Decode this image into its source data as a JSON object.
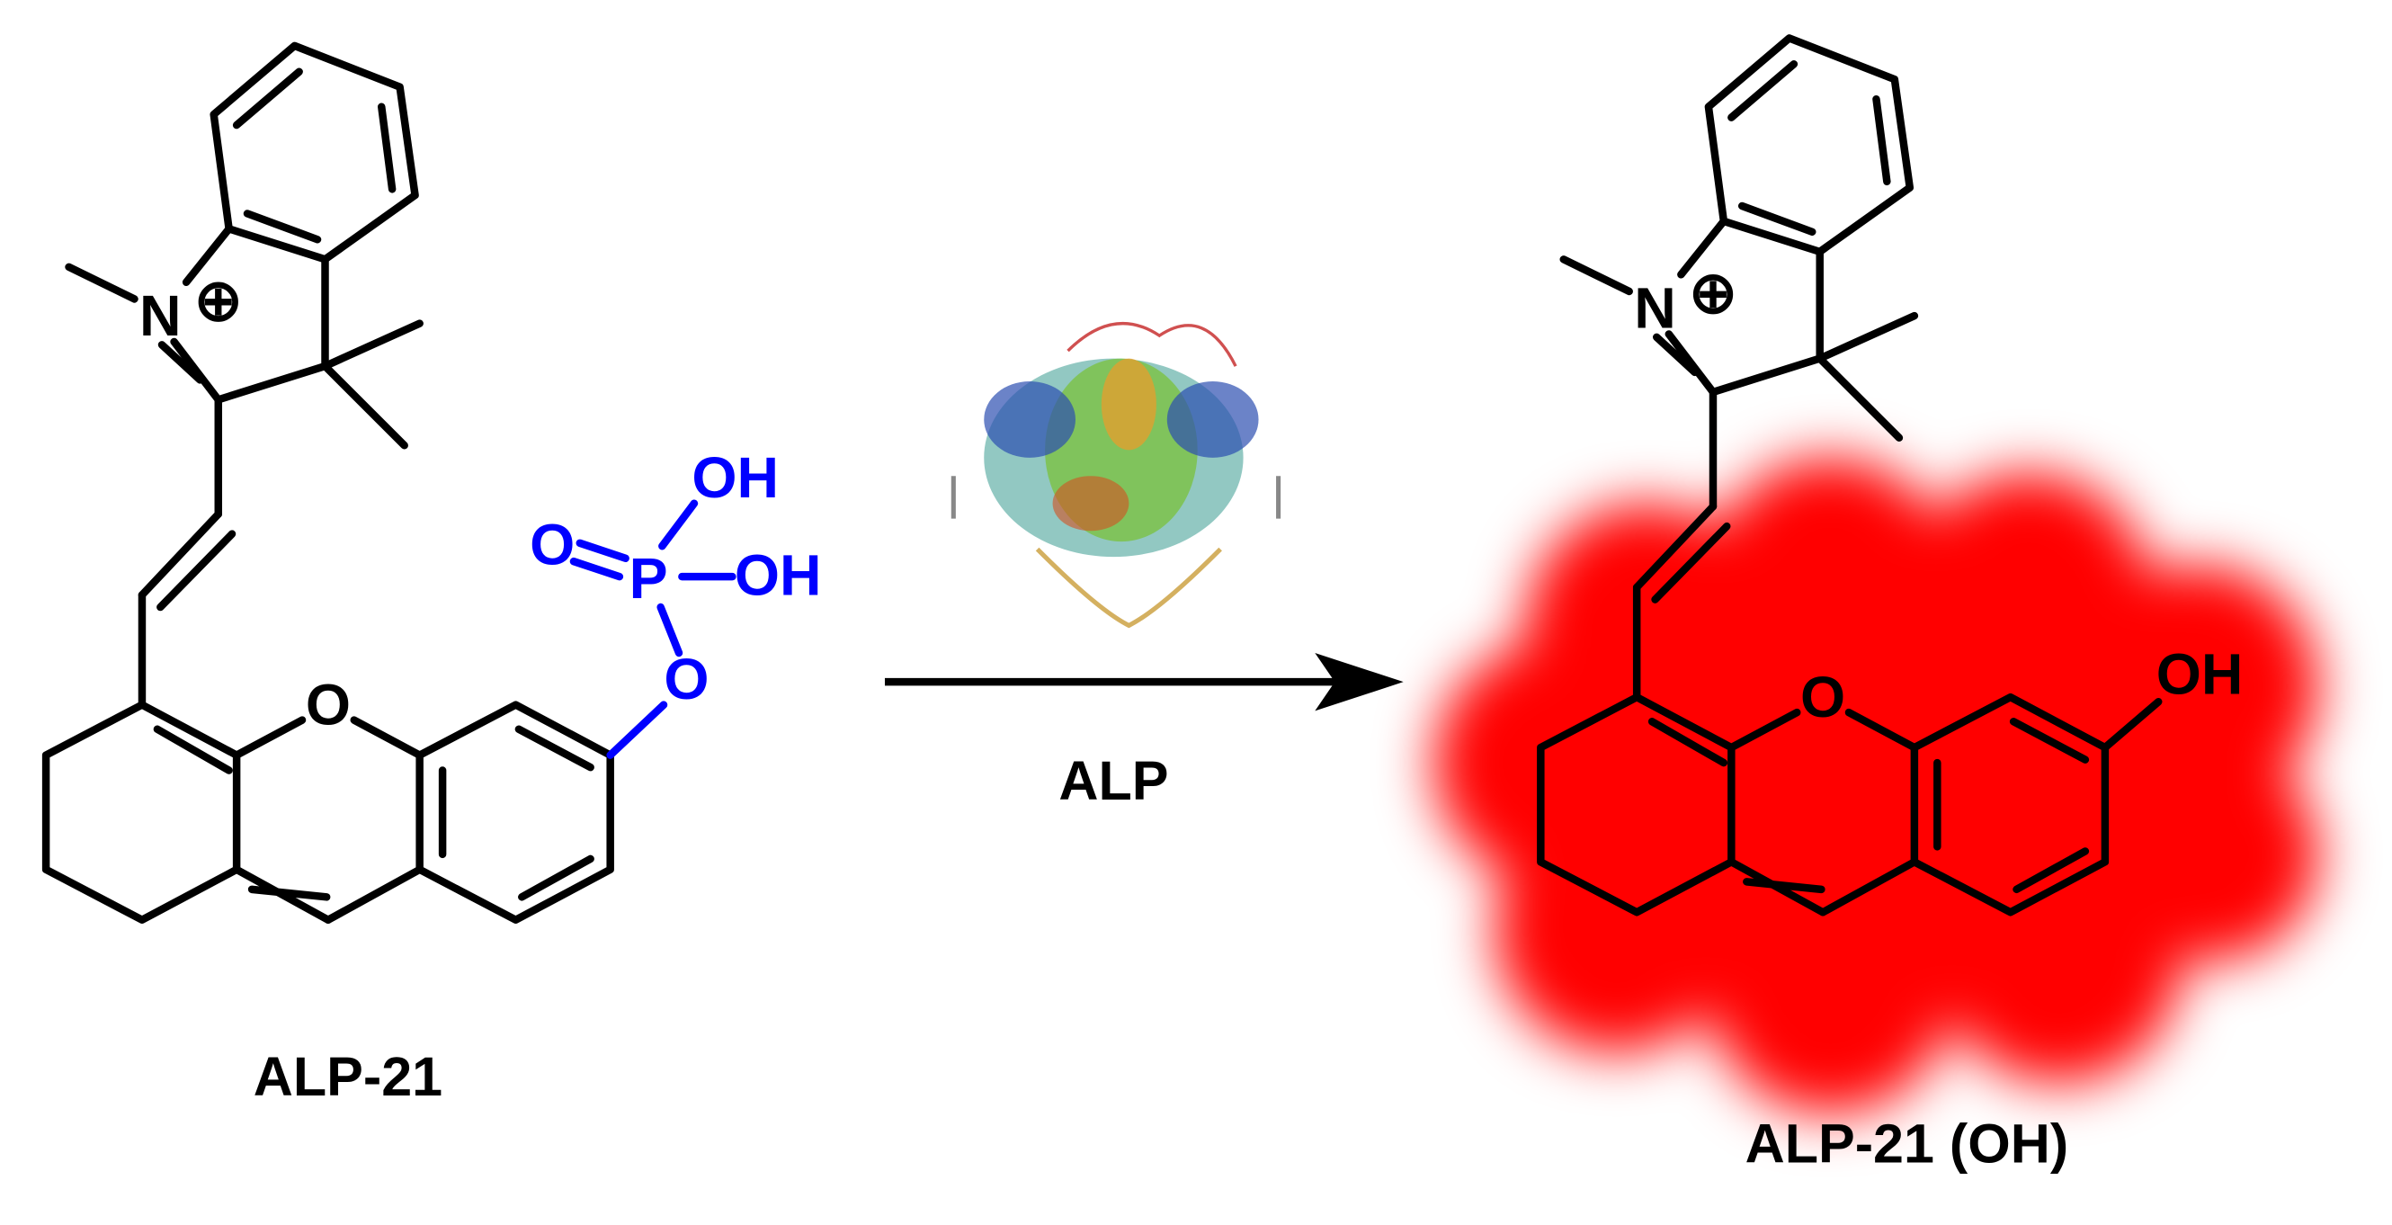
{
  "scheme": {
    "reactant": {
      "label": "ALP-21",
      "atoms": {
        "n_plus": "N",
        "charge": "⊕",
        "ring_o": "O",
        "phosphorus": "P",
        "oxo": "O",
        "oh1": "OH",
        "oh2": "OH",
        "ester_o": "O"
      }
    },
    "enzyme": {
      "label": "ALP"
    },
    "product": {
      "label": "ALP-21 (OH)",
      "atoms": {
        "n_plus": "N",
        "charge": "⊕",
        "ring_o": "O",
        "hydroxyl": "OH"
      }
    },
    "colors": {
      "phosphate": "#0000ff",
      "fluorescence": "#ff0000",
      "bonds": "#000000"
    }
  }
}
